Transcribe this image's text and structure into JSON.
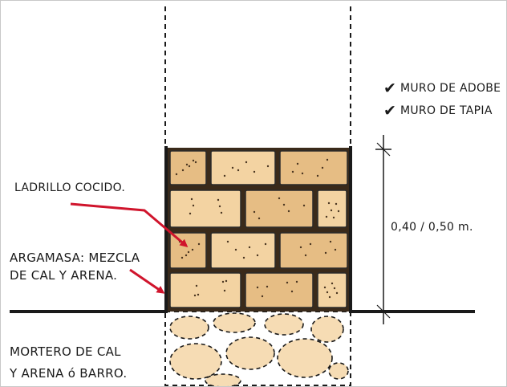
{
  "checklist": [
    {
      "mark": "✔",
      "text": "MURO DE ADOBE"
    },
    {
      "mark": "✔",
      "text": "MURO DE TAPIA"
    }
  ],
  "labels": {
    "ladrillo": "LADRILLO COCIDO.",
    "argamasa_line1": "ARGAMASA: MEZCLA",
    "argamasa_line2": "DE CAL Y ARENA.",
    "mortero_line1": "MORTERO DE CAL",
    "mortero_line2": "Y ARENA ó BARRO."
  },
  "dimension": {
    "text": "0,40 / 0,50 m."
  },
  "colors": {
    "brick": "#f3d3a2",
    "brick_dark": "#e6bd84",
    "mortar_outline": "#2a2a2a",
    "arrow": "#d0142c",
    "stone": "#f6dcb4",
    "ink": "#1a1a1a"
  }
}
